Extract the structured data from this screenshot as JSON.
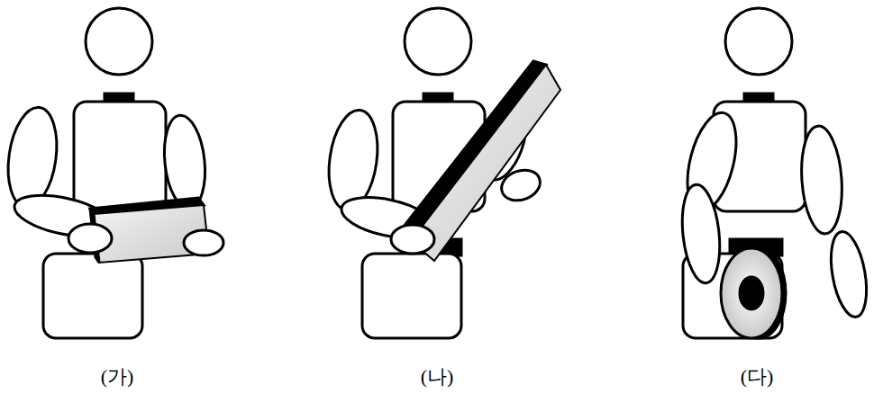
{
  "diagram": {
    "labels": [
      "(가)",
      "(나)",
      "(다)"
    ]
  }
}
